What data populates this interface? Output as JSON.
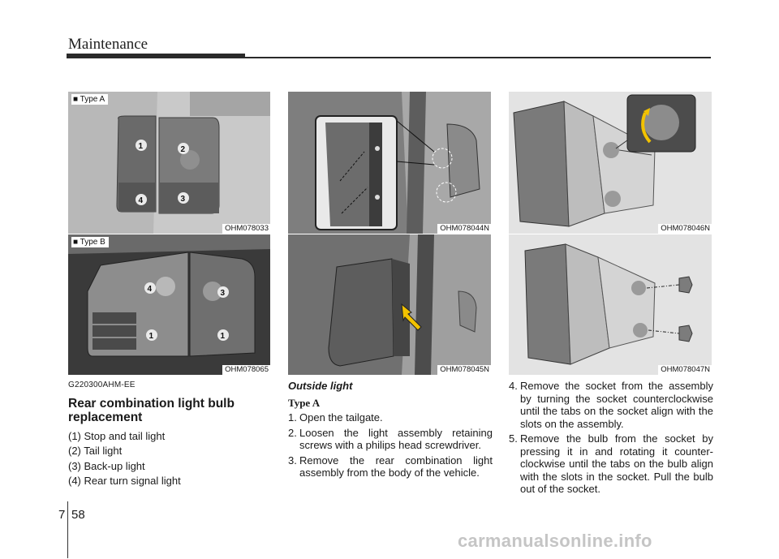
{
  "header": {
    "title": "Maintenance"
  },
  "figures": {
    "fig1": {
      "tag": "■ Type A",
      "code": "OHM078033",
      "labels": [
        "1",
        "2",
        "4",
        "3"
      ]
    },
    "fig2": {
      "tag": "■ Type B",
      "code": "OHM078065",
      "labels": [
        "4",
        "3",
        "1",
        "1"
      ]
    },
    "fig3": {
      "code": "OHM078044N"
    },
    "fig4": {
      "code": "OHM078045N"
    },
    "fig5": {
      "code": "OHM078046N"
    },
    "fig6": {
      "code": "OHM078047N"
    }
  },
  "left_col": {
    "code": "G220300AHM-EE",
    "title": "Rear combination light bulb replacement",
    "items": [
      "(1) Stop and tail light",
      "(2) Tail light",
      "(3) Back-up light",
      "(4) Rear turn signal light"
    ]
  },
  "mid_col": {
    "heading": "Outside light",
    "type": "Type A",
    "steps": [
      {
        "num": "1.",
        "text": "Open the tailgate."
      },
      {
        "num": "2.",
        "text": "Loosen the light assembly retaining screws with a philips head screwdriver."
      },
      {
        "num": "3.",
        "text": "Remove the rear combination light assembly from the body of the vehicle."
      }
    ]
  },
  "right_col": {
    "steps": [
      {
        "num": "4.",
        "text": "Remove the socket from the assembly by turning the socket counterclockwise until the tabs on the socket align with the slots on the assembly."
      },
      {
        "num": "5.",
        "text": "Remove the bulb from the socket by pressing it in and rotating it counter-clockwise until the tabs on the bulb align with the slots in the socket. Pull the bulb out of the socket."
      }
    ]
  },
  "footer": {
    "section": "7",
    "page": "58",
    "watermark": "carmanualsonline.info"
  }
}
